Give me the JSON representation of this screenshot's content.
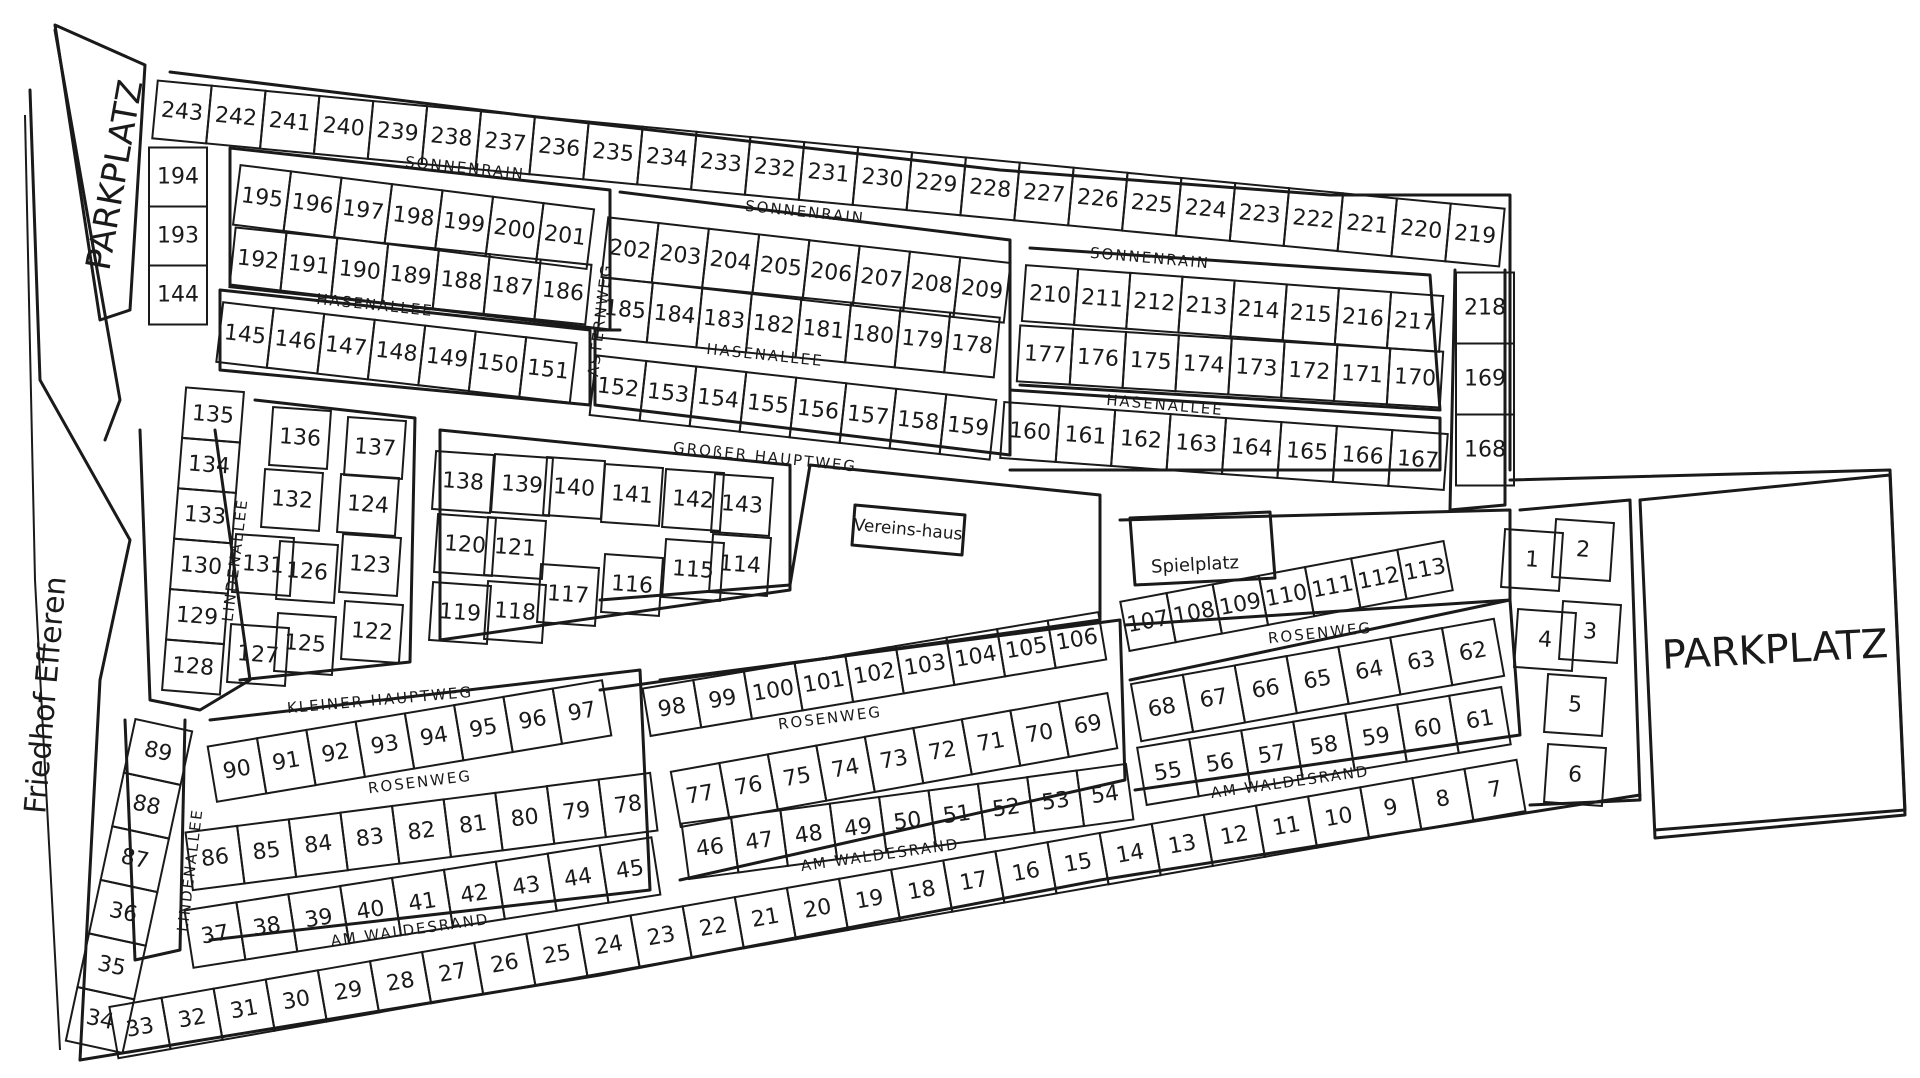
{
  "map": {
    "ink_color": "#1a1a1a",
    "background": "#ffffff",
    "places": {
      "parkplatz_west": "PARKPLATZ",
      "parkplatz_east": "PARKPLATZ",
      "friedhof": "Friedhof Efferen",
      "vereinshaus": "Vereins-haus",
      "spielplatz": "Spielplatz"
    },
    "streets": {
      "sonnenrain": "SONNENRAIN",
      "hasenallee": "HASENALLEE",
      "asternweg": "ASTERNWEG",
      "grosser_hauptweg": "GROßER HAUPTWEG",
      "lindenallee": "LINDENALLEE",
      "kleiner_hauptweg": "KLEINER HAUPTWEG",
      "rosenweg": "ROSENWEG",
      "am_waldesrand": "AM WALDESRAND"
    },
    "plots": {
      "row_243_219": [
        "243",
        "242",
        "241",
        "240",
        "239",
        "238",
        "237",
        "236",
        "235",
        "234",
        "233",
        "232",
        "231",
        "230",
        "229",
        "228",
        "227",
        "226",
        "225",
        "224",
        "223",
        "222",
        "221",
        "220",
        "219"
      ],
      "col_194_144": [
        "194",
        "193",
        "144"
      ],
      "row_195_201": [
        "195",
        "196",
        "197",
        "198",
        "199",
        "200",
        "201"
      ],
      "row_192_186": [
        "192",
        "191",
        "190",
        "189",
        "188",
        "187",
        "186"
      ],
      "row_145_151": [
        "145",
        "146",
        "147",
        "148",
        "149",
        "150",
        "151"
      ],
      "row_202_209": [
        "202",
        "203",
        "204",
        "205",
        "206",
        "207",
        "208",
        "209"
      ],
      "row_185_178": [
        "185",
        "184",
        "183",
        "182",
        "181",
        "180",
        "179",
        "178"
      ],
      "row_152_159": [
        "152",
        "153",
        "154",
        "155",
        "156",
        "157",
        "158",
        "159"
      ],
      "row_210_217": [
        "210",
        "211",
        "212",
        "213",
        "214",
        "215",
        "216",
        "217"
      ],
      "row_177_170": [
        "177",
        "176",
        "175",
        "174",
        "173",
        "172",
        "171",
        "170"
      ],
      "col_218_168": [
        "218",
        "169",
        "168"
      ],
      "row_160_167": [
        "160",
        "161",
        "162",
        "163",
        "164",
        "165",
        "166",
        "167"
      ],
      "col_135_128": [
        "135",
        "134",
        "133",
        "130",
        "129",
        "128"
      ],
      "block_136": [
        "136",
        "137",
        "132",
        "124",
        "131",
        "126",
        "123",
        "127",
        "125",
        "122"
      ],
      "block_138": [
        "138",
        "139",
        "140",
        "141",
        "142",
        "143",
        "120",
        "121",
        "117",
        "116",
        "115",
        "114",
        "119",
        "118"
      ],
      "row_107_113": [
        "107",
        "108",
        "109",
        "110",
        "111",
        "112",
        "113"
      ],
      "col_1_6": [
        "1",
        "2",
        "4",
        "3",
        "5",
        "6"
      ],
      "row_98_106": [
        "98",
        "99",
        "100",
        "101",
        "102",
        "103",
        "104",
        "105",
        "106"
      ],
      "row_90_97": [
        "90",
        "91",
        "92",
        "93",
        "94",
        "95",
        "96",
        "97"
      ],
      "col_89_35": [
        "89",
        "88",
        "87",
        "36",
        "35",
        "34"
      ],
      "row_86_78": [
        "86",
        "85",
        "84",
        "83",
        "82",
        "81",
        "80",
        "79",
        "78"
      ],
      "row_37_45": [
        "37",
        "38",
        "39",
        "40",
        "41",
        "42",
        "43",
        "44",
        "45"
      ],
      "row_77_69": [
        "77",
        "76",
        "75",
        "74",
        "73",
        "72",
        "71",
        "70",
        "69"
      ],
      "row_46_54": [
        "46",
        "47",
        "48",
        "49",
        "50",
        "51",
        "52",
        "53",
        "54"
      ],
      "row_68_62": [
        "68",
        "67",
        "66",
        "65",
        "64",
        "63",
        "62"
      ],
      "row_55_61": [
        "55",
        "56",
        "57",
        "58",
        "59",
        "60",
        "61"
      ],
      "row_33_7": [
        "33",
        "32",
        "31",
        "30",
        "29",
        "28",
        "27",
        "26",
        "25",
        "24",
        "23",
        "22",
        "21",
        "20",
        "19",
        "18",
        "17",
        "16",
        "15",
        "14",
        "13",
        "12",
        "11",
        "10",
        "9",
        "8",
        "7"
      ]
    }
  }
}
